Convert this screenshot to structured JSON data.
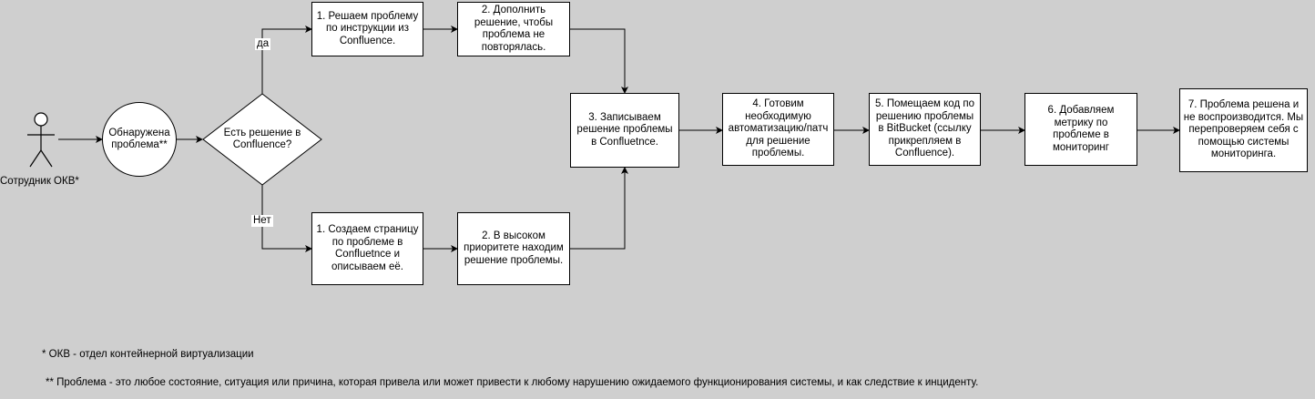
{
  "actor": {
    "label": "Сотрудник ОКВ*"
  },
  "start": {
    "label": "Обнаружена проблема**"
  },
  "decision": {
    "label": "Есть решение в Confluence?"
  },
  "edges": {
    "yes": "да",
    "no": "Нет"
  },
  "steps": {
    "yes1": "1. Решаем проблему по инструкции из Confluence.",
    "yes2": "2. Дополнить решение, чтобы проблема не повторялась.",
    "no1": "1. Создаем страницу по проблеме в Confluetnce и описываем её.",
    "no2": "2. В высоком приоритете находим решение проблемы.",
    "s3": "3. Записываем решение проблемы в Confluetnce.",
    "s4": "4. Готовим необходимую автоматизацию/патч для решение проблемы.",
    "s5": "5. Помещаем код по решению проблемы в BitBucket (ссылку прикрепляем в Confluence).",
    "s6": "6. Добавляем метрику по проблеме в мониторинг",
    "s7": "7. Проблема решена и не воспроизводится. Мы перепроверяем себя с помощью системы мониторинга."
  },
  "footnotes": {
    "okv": "* ОКВ - отдел контейнерной виртуализации",
    "problem": "** Проблема - это любое состояние, ситуация или причина, которая привела или может привести к любому нарушению ожидаемого функционирования системы, и как следствие к инциденту."
  },
  "colors": {
    "background": "#cfcfcf",
    "node_fill": "#ffffff",
    "stroke": "#000000"
  }
}
